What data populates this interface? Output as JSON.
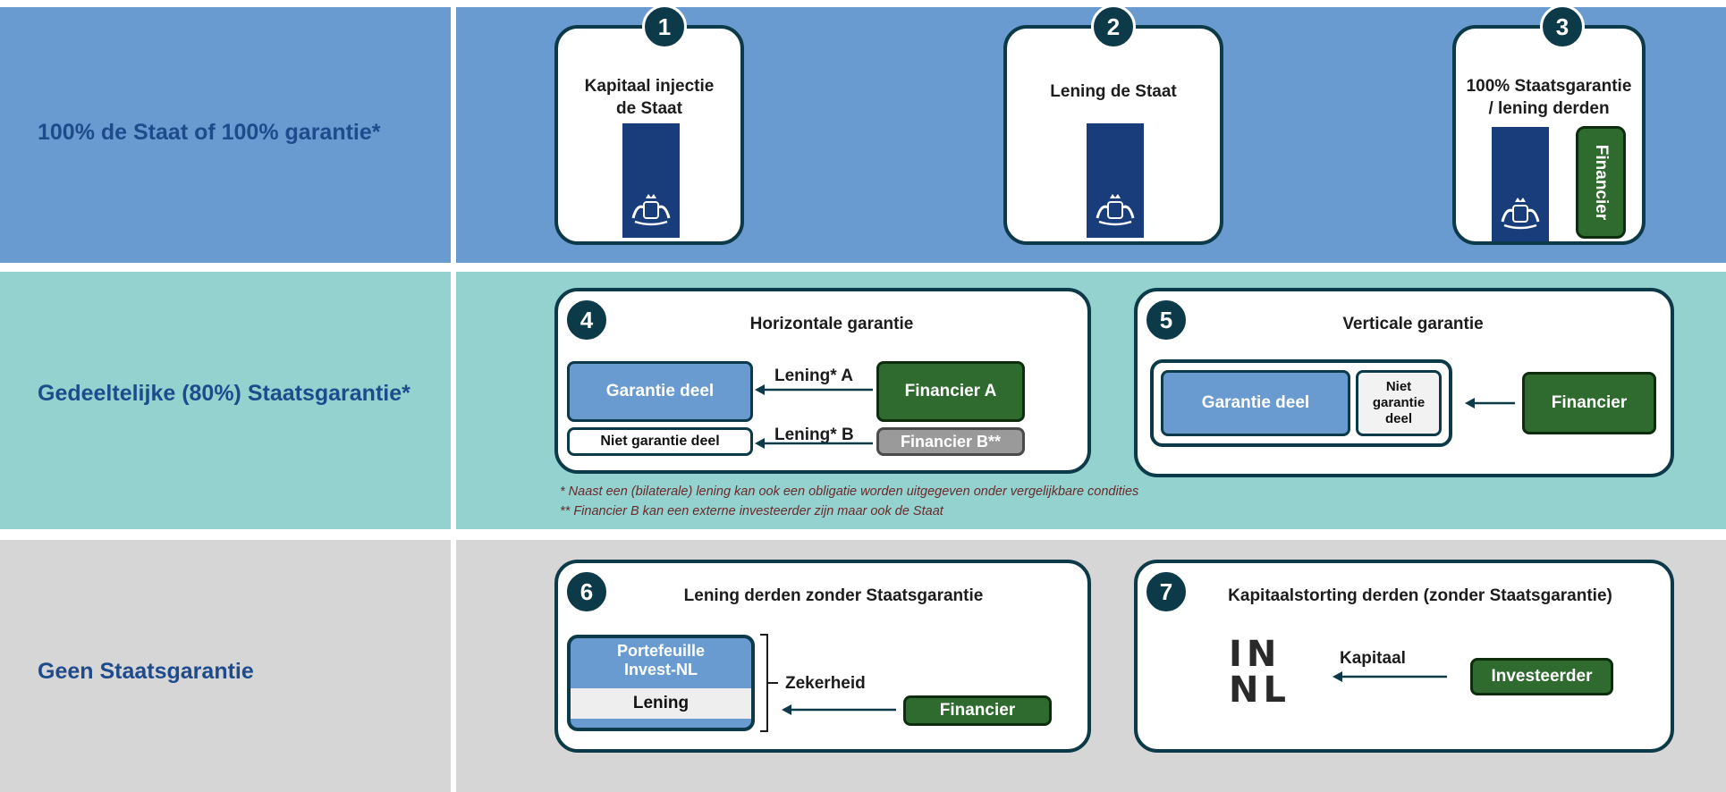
{
  "rows": [
    {
      "label": "100% de Staat of 100% garantie*"
    },
    {
      "label": "Gedeeltelijke (80%) Staatsgarantie*"
    },
    {
      "label": "Geen Staatsgarantie"
    }
  ],
  "cards": {
    "c1": {
      "number": "1",
      "title_line1": "Kapitaal injectie",
      "title_line2": "de Staat"
    },
    "c2": {
      "number": "2",
      "title": "Lening de Staat"
    },
    "c3": {
      "number": "3",
      "title_line1": "100% Staatsgarantie",
      "title_line2": "/ lening derden",
      "financier": "Financier"
    },
    "c4": {
      "number": "4",
      "title": "Horizontale garantie",
      "garantie_deel": "Garantie deel",
      "niet_garantie_deel": "Niet garantie deel",
      "lening_a": "Lening* A",
      "lening_b": "Lening* B",
      "financier_a": "Financier A",
      "financier_b": "Financier B**"
    },
    "c5": {
      "number": "5",
      "title": "Verticale garantie",
      "garantie_deel": "Garantie deel",
      "niet_garantie_line1": "Niet",
      "niet_garantie_line2": "garantie",
      "niet_garantie_line3": "deel",
      "financier": "Financier"
    },
    "c6": {
      "number": "6",
      "title": "Lening derden zonder Staatsgarantie",
      "portefeuille_line1": "Portefeuille",
      "portefeuille_line2": "Invest-NL",
      "lening": "Lening",
      "zekerheid": "Zekerheid",
      "financier": "Financier"
    },
    "c7": {
      "number": "7",
      "title": "Kapitaalstorting derden (zonder Staatsgarantie)",
      "logo_line1": "IN",
      "logo_line2": "NL",
      "kapitaal": "Kapitaal",
      "investeerder": "Investeerder"
    }
  },
  "footnotes": [
    "* Naast een (bilaterale) lening kan ook een obligatie worden uitgegeven onder vergelijkbare condities",
    "** Financier B kan een externe investeerder zijn maar ook de Staat"
  ],
  "colors": {
    "band_blue": "#6a9bd0",
    "band_teal": "#93d2cf",
    "band_grey": "#d6d6d6",
    "navy": "#0c3a48",
    "flag_blue": "#193d7b",
    "financier_green": "#2f6b2f",
    "label_blue": "#1e4b8c"
  }
}
